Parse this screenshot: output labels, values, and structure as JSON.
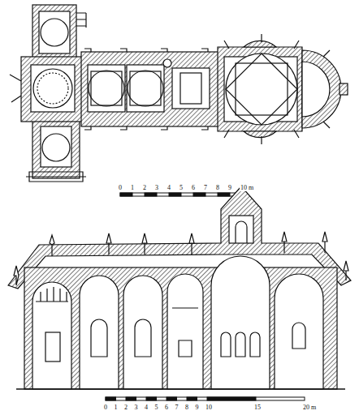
{
  "diagram": {
    "labels": [
      "0",
      "1",
      "2",
      "3",
      "4",
      "5",
      "6",
      "7",
      "8",
      "9",
      "10 m",
      "0",
      "1",
      "2",
      "3",
      "4",
      "5",
      "6",
      "7",
      "8",
      "9",
      "10",
      "15",
      "20 m"
    ]
  }
}
